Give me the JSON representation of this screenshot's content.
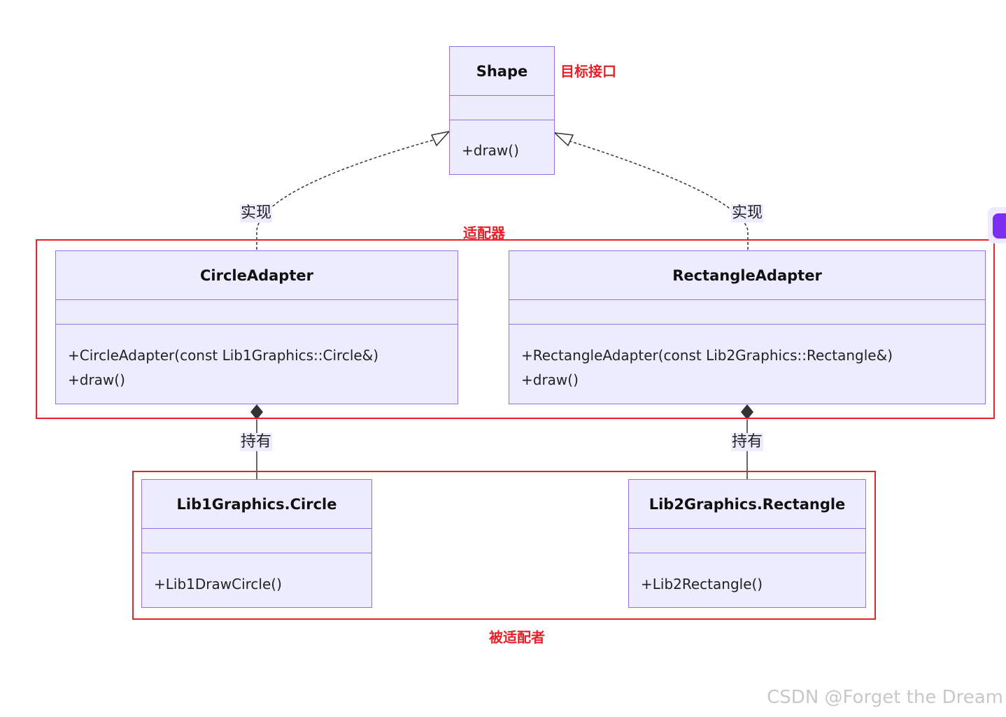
{
  "classes": {
    "shape": {
      "name": "Shape",
      "methods": [
        "+draw()"
      ]
    },
    "circle_adapter": {
      "name": "CircleAdapter",
      "methods": [
        "+CircleAdapter(const Lib1Graphics::Circle&)",
        "+draw()"
      ]
    },
    "rectangle_adapter": {
      "name": "RectangleAdapter",
      "methods": [
        "+RectangleAdapter(const Lib2Graphics::Rectangle&)",
        "+draw()"
      ]
    },
    "lib1_circle": {
      "name": "Lib1Graphics.Circle",
      "methods": [
        "+Lib1DrawCircle()"
      ]
    },
    "lib2_rectangle": {
      "name": "Lib2Graphics.Rectangle",
      "methods": [
        "+Lib2Rectangle()"
      ]
    }
  },
  "relations": {
    "realize_label": "实现",
    "hold_label": "持有"
  },
  "annotations": {
    "target": "目标接口",
    "adapter": "适配器",
    "adaptee": "被适配者"
  },
  "watermark": "CSDN @Forget the Dream",
  "colors": {
    "box_fill": "#ececfe",
    "box_border": "#9370db",
    "annotation": "#e8202a"
  }
}
